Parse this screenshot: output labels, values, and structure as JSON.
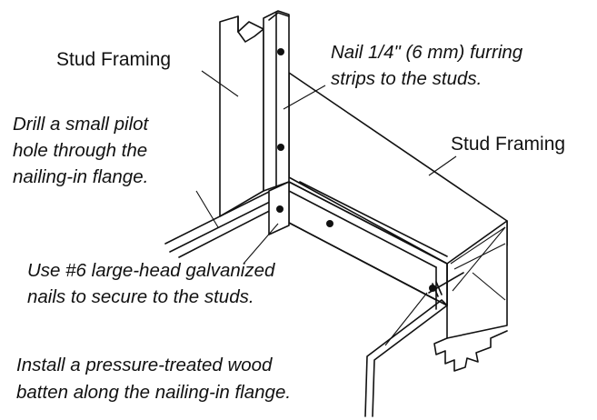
{
  "labels": {
    "stud_framing_left": "Stud Framing",
    "stud_framing_right": "Stud Framing",
    "furring_line1": "Nail 1/4\" (6 mm) furring",
    "furring_line2": "strips to the studs.",
    "pilot_line1": "Drill a small pilot",
    "pilot_line2": "hole through the",
    "pilot_line3": "nailing-in flange.",
    "nails_line1": "Use #6 large-head galvanized",
    "nails_line2": "nails to secure to the studs.",
    "batten_line1": "Install a pressure-treated wood",
    "batten_line2": "batten along the nailing-in flange."
  }
}
